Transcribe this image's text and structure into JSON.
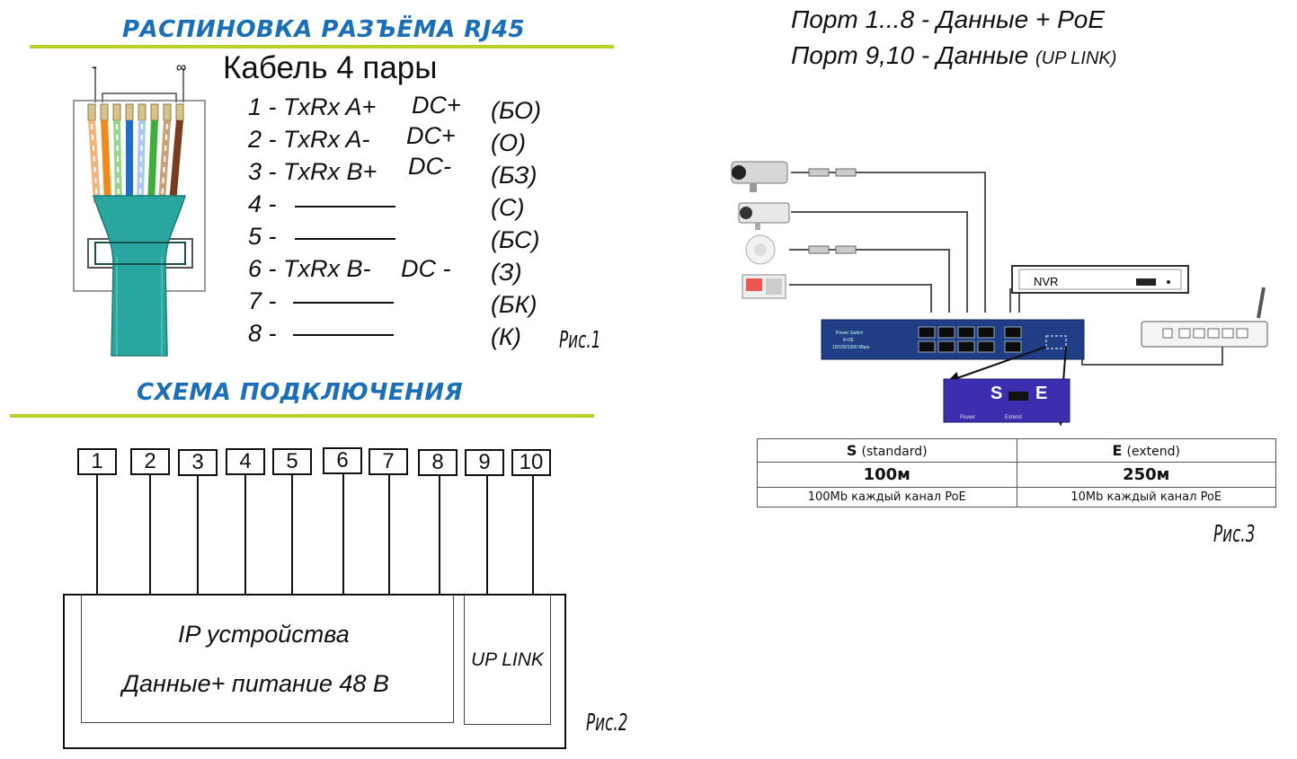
{
  "pinout": {
    "title": "РАСПИНОВКА РАЗЪЁМА RJ45",
    "cable_title": "Кабель 4 пары",
    "plug_minus": "-",
    "plug_inf": "∞",
    "pins": [
      {
        "num": "1 -",
        "signal": "TxRx A+",
        "dc": "DC+",
        "color": "(БО)"
      },
      {
        "num": "2 -",
        "signal": "TxRx A-",
        "dc": "DC+",
        "color": "(О)"
      },
      {
        "num": "3 -",
        "signal": "TxRx B+",
        "dc": "DC-",
        "color": "(БЗ)"
      },
      {
        "num": "4 -",
        "signal": "",
        "dc": "",
        "color": "(С)"
      },
      {
        "num": "5 -",
        "signal": "",
        "dc": "",
        "color": "(БС)"
      },
      {
        "num": "6 -",
        "signal": "TxRx B-",
        "dc": "DC -",
        "color": "(З)"
      },
      {
        "num": "7 -",
        "signal": "",
        "dc": "",
        "color": "(БК)"
      },
      {
        "num": "8 -",
        "signal": "",
        "dc": "",
        "color": "(К)"
      }
    ],
    "fig_label": "Рис.1"
  },
  "scheme": {
    "title": "СХЕМА ПОДКЛЮЧЕНИЯ",
    "ports": [
      "1",
      "2",
      "3",
      "4",
      "5",
      "6",
      "7",
      "8",
      "9",
      "10"
    ],
    "ip_line1": "IP устройства",
    "ip_line2": "Данные+ питание 48 В",
    "uplink": "UP LINK",
    "fig_label": "Рис.2"
  },
  "network": {
    "note1_prefix": "Порт ",
    "note1_ports": "1...8",
    "note1_suffix": " - Данные + PoE",
    "note2_prefix": "Порт ",
    "note2_ports": "9,10",
    "note2_suffix": " - Данные ",
    "note2_small": "(UP LINK)",
    "nvr": "NVR",
    "switch_text1": "Power Switch",
    "switch_text2": "8+2E",
    "switch_text3": "10/100/1000 Mbps",
    "mode_s": "S",
    "mode_e": "E",
    "mode_power": "Power",
    "mode_extend": "Extend",
    "table": {
      "s_head": "S",
      "s_head_small": "(standard)",
      "e_head": "E",
      "e_head_small": "(extend)",
      "s_dist": "100м",
      "e_dist": "250м",
      "s_note": "100Mb каждый канал PoE",
      "e_note": "10Mb  каждый канал PoE"
    },
    "fig_label": "Рис.3"
  },
  "colors": {
    "title_blue": "#1a6fb8",
    "rule_green": "#b9cf2b",
    "cable_teal": "#2aa6a0",
    "switch_blue": "#1f3e86",
    "mode_purple": "#3b2fb0"
  }
}
